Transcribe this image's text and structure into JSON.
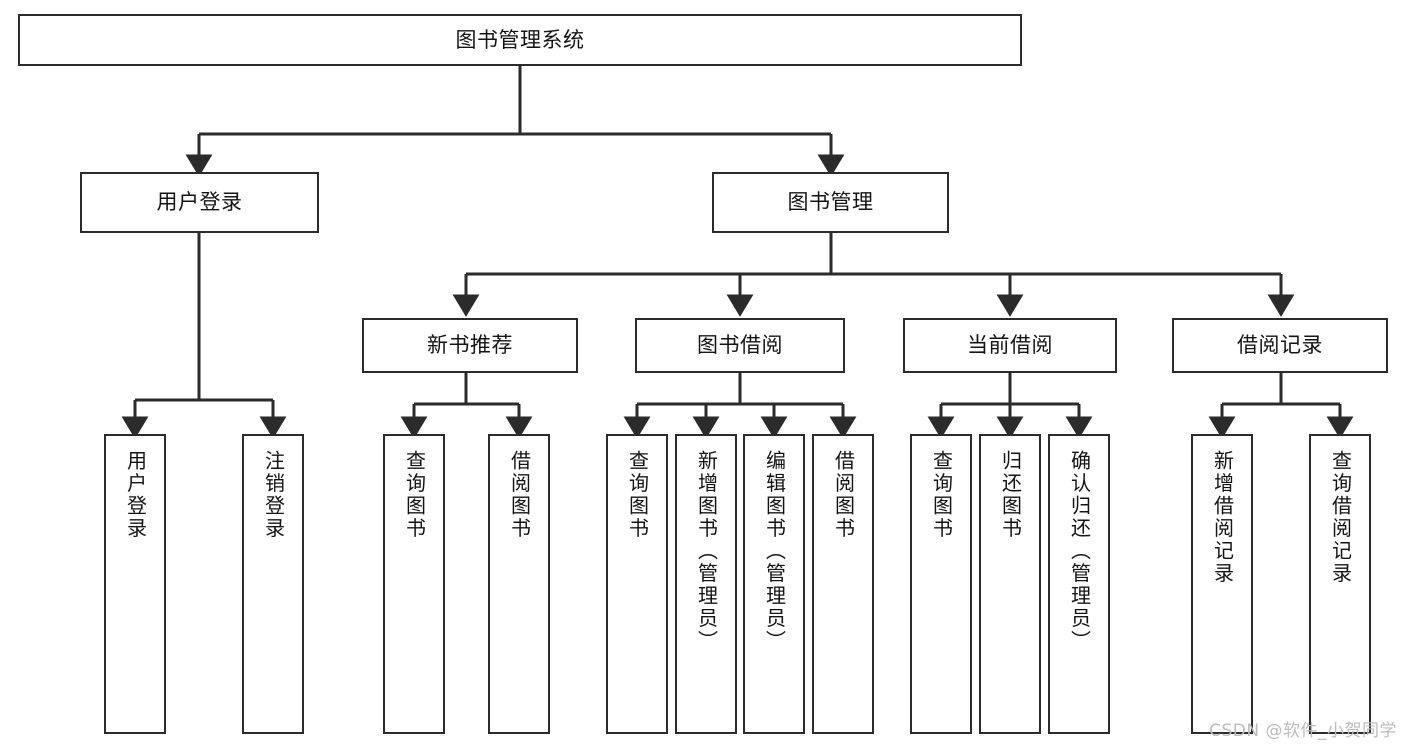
{
  "diagram": {
    "type": "tree-hierarchy",
    "title": "图书管理系统",
    "background_color": "#ffffff",
    "node_border_color": "#2b2b2b",
    "edge_color": "#2b2b2b",
    "root": {
      "label": "图书管理系统"
    },
    "level2": [
      {
        "label": "用户登录"
      },
      {
        "label": "图书管理"
      }
    ],
    "level3": [
      {
        "label": "新书推荐"
      },
      {
        "label": "图书借阅"
      },
      {
        "label": "当前借阅"
      },
      {
        "label": "借阅记录"
      }
    ],
    "leaves": {
      "user_login": [
        {
          "label": "用户登录"
        },
        {
          "label": "注销登录"
        }
      ],
      "new_book_recommend": [
        {
          "label": "查询图书"
        },
        {
          "label": "借阅图书"
        }
      ],
      "book_borrow": [
        {
          "label": "查询图书"
        },
        {
          "label": "新增图书（管理员）"
        },
        {
          "label": "编辑图书（管理员）"
        },
        {
          "label": "借阅图书"
        }
      ],
      "current_borrow": [
        {
          "label": "查询图书"
        },
        {
          "label": "归还图书"
        },
        {
          "label": "确认归还（管理员）"
        }
      ],
      "borrow_record": [
        {
          "label": "新增借阅记录"
        },
        {
          "label": "查询借阅记录"
        }
      ]
    }
  },
  "watermark": {
    "text": "CSDN @软件_小贺同学",
    "color": "#bcbcbc"
  }
}
